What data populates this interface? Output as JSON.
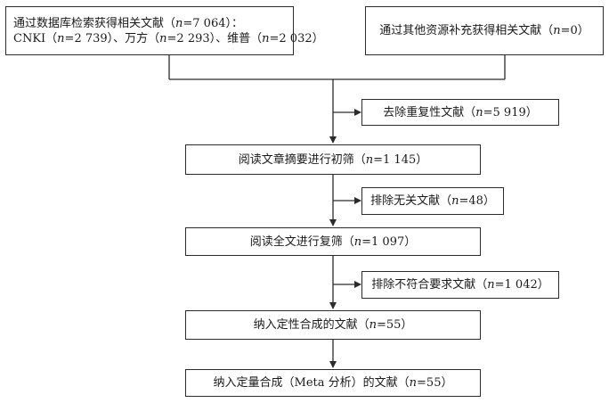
{
  "boxes": {
    "db_search": {
      "line1": "通过数据库检索获得相关文献（n=7 064）：",
      "line2": "CNKI（n=2 739）、万方（n=2 293）、维普（n=2 032）"
    },
    "other_sources": "通过其他资源补充获得相关文献（n=0）",
    "dedup": "去除重复性文献（n=5 919）",
    "abstract_screen": "阅读文章摘要进行初筛（n=1 145）",
    "exclude_irrelevant": "排除无关文献（n=48）",
    "fulltext_screen": "阅读全文进行复筛（n=1 097）",
    "exclude_nonconforming": "排除不符合要求文献（n=1 042）",
    "qualitative": "纳入定性合成的文献（n=55）",
    "quantitative": "纳入定量合成（Meta 分析）的文献（n=55）"
  }
}
